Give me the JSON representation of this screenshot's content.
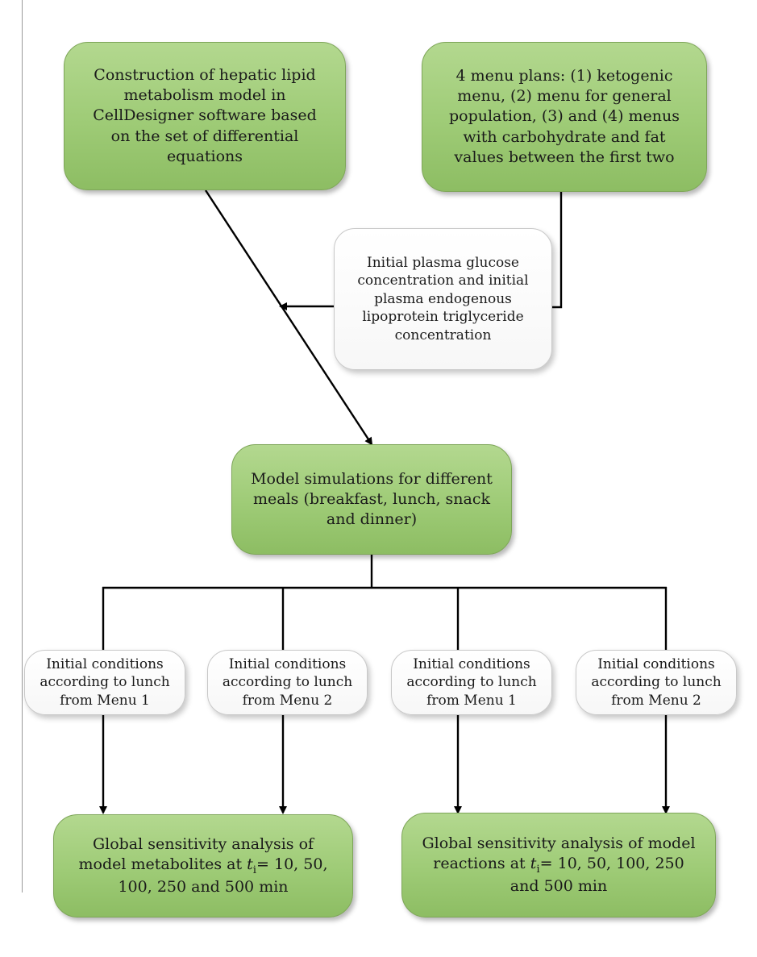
{
  "nodes": {
    "construction": "Construction of hepatic lipid metabolism model in CellDesigner software based on the set of differential equations",
    "menus": "4  menu plans: (1) ketogenic menu, (2) menu for general population, (3) and (4) menus with carbohydrate and fat values between the first two",
    "initial_plasma": "Initial plasma glucose concentration and initial plasma endogenous lipoprotein triglyceride concentration",
    "simulations": "Model simulations for different meals (breakfast, lunch, snack and dinner)",
    "cond1": "Initial conditions according to lunch from Menu 1",
    "cond2": "Initial conditions according to lunch from Menu 2",
    "cond3": "Initial conditions according to lunch from Menu 1",
    "cond4": "Initial conditions according to lunch from Menu 2",
    "gsa_metabolites": {
      "before": "Global sensitivity analysis of model metabolites at ",
      "t": "t",
      "sub": "i",
      "after": "= 10, 50, 100, 250 and 500 min"
    },
    "gsa_reactions": {
      "before": "Global sensitivity analysis of model reactions at ",
      "t": "t",
      "sub": "i",
      "after": "= 10, 50, 100, 250 and 500 min"
    }
  },
  "colors": {
    "process_fill": "#9ecb76",
    "input_fill": "#ffffff",
    "connector": "#000000"
  }
}
